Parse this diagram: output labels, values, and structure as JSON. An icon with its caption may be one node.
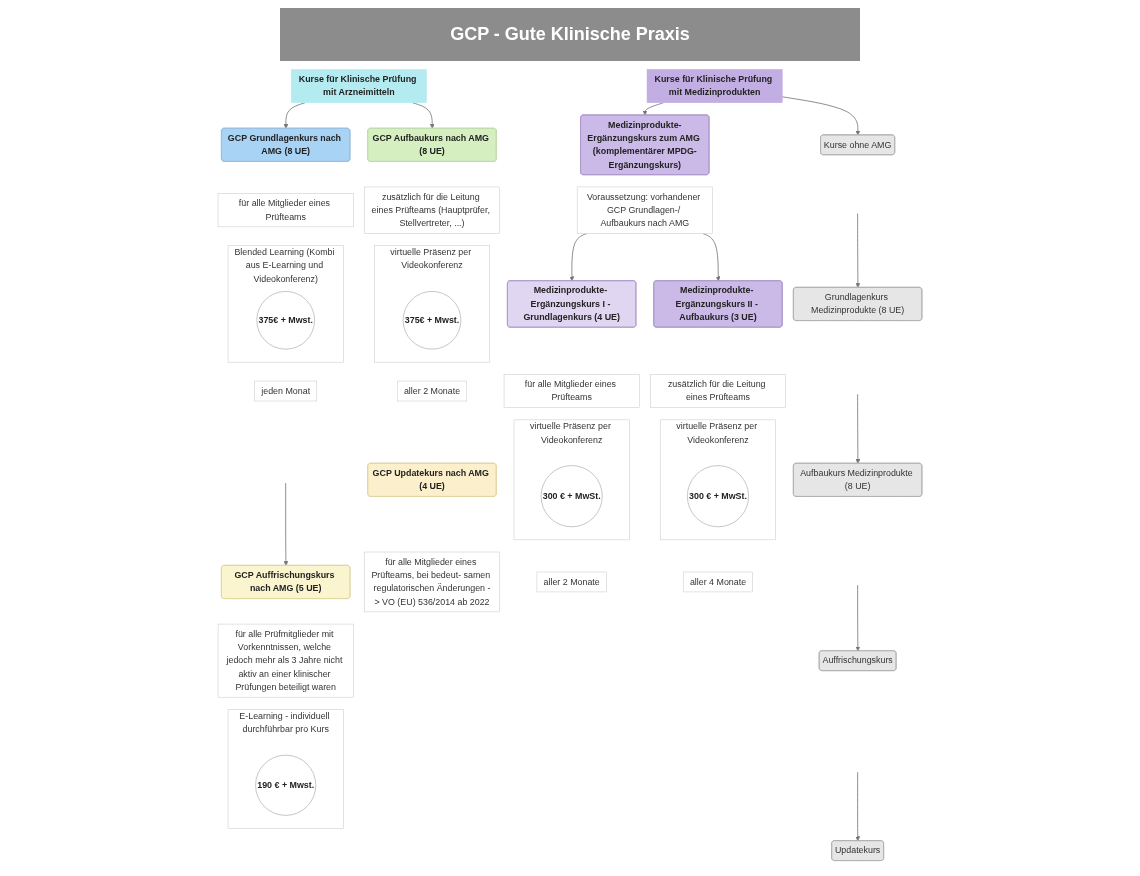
{
  "diagram": {
    "title": "GCP - Gute Klinische Praxis",
    "nodes": [
      {
        "text": [
          "Kurse für Klinische Prüfung mit Arzneimitteln"
        ]
      },
      {
        "text": [
          "GCP Grundlagenkurs nach AMG (8 UE)"
        ]
      },
      {
        "text": [
          "für alle Mitglieder eines Prüfteams"
        ]
      },
      {
        "text": [
          "Blended Learning (Kombi aus E-Learning und Videokonferenz)"
        ]
      },
      {
        "text": [
          "375€ + Mwst."
        ],
        "in": 3
      },
      {
        "text": [
          "jeden Monat"
        ]
      },
      {
        "text": [
          "GCP Aufbaukurs nach AMG (8 UE)"
        ]
      },
      {
        "text": [
          "zusätzlich für die Leitung eines Prüfteams (Hauptprüfer, Stellvertreter, ...)"
        ]
      },
      {
        "text": [
          "virtuelle Präsenz per Videokonferenz"
        ]
      },
      {
        "text": [
          "375€ + Mwst."
        ],
        "in": 8
      },
      {
        "text": [
          "aller 2 Monate"
        ]
      },
      {
        "text": [
          "GCP Auffrischungskurs nach AMG (5 UE)"
        ]
      },
      {
        "text": [
          "für alle Prüfmitglieder mit Vorkenntnissen, welche jedoch mehr als 3 Jahre nicht aktiv an einer klinischer Prüfungen beteiligt waren"
        ]
      },
      {
        "text": [
          "GCP Updatekurs nach AMG (4 UE)"
        ]
      },
      {
        "text": [
          "für alle Mitglieder eines Prüfteams, bei bedeut- samen regulatorischen Änderungen -> VO (EU) 536/2014 ab 2022"
        ]
      },
      {
        "text": [
          "E-Learning - individuell durchführbar pro Kurs"
        ]
      },
      {
        "text": [
          "190 € + Mwst."
        ],
        "in": 15
      },
      {
        "text": [
          "Kurse für Klinische Prüfung mit Medizinprodukten"
        ]
      },
      {
        "text": [
          "Medizinprodukte-Ergänzungskurs zum AMG (komplementärer MPDG-Ergänzungskurs)"
        ]
      },
      {
        "text": [
          "Kurse ohne AMG"
        ]
      },
      {
        "text": [
          "Voraussetzung: vorhandener GCP Grundlagen-/ Aufbaukurs nach AMG"
        ]
      },
      {
        "text": [
          "Medizinprodukte- Ergänzungskurs I - Grundlagenkurs (4 UE)"
        ]
      },
      {
        "text": [
          "Medizinprodukte- Ergänzungskurs II - Aufbaukurs (3 UE)"
        ]
      },
      {
        "text": [
          "für alle Mitglieder eines Prüfteams"
        ]
      },
      {
        "text": [
          "virtuelle Präsenz per Videokonferenz"
        ]
      },
      {
        "text": [
          "300 € + MwSt."
        ],
        "in": 24
      },
      {
        "text": [
          "aller 2 Monate"
        ]
      },
      {
        "text": [
          "zusätzlich für die Leitung eines Prüfteams"
        ]
      },
      {
        "text": [
          "virtuelle Präsenz per Videokonferenz"
        ]
      },
      {
        "text": [
          "300 € + MwSt."
        ],
        "in": 28
      },
      {
        "text": [
          "aller 4 Monate"
        ]
      },
      {
        "text": [
          "Grundlagenkurs Medizinprodukte (8 UE)"
        ]
      },
      {
        "text": [
          "Aufbaukurs Medizinprodukte (8 UE)"
        ]
      },
      {
        "text": [
          "Auffrischungskurs"
        ]
      },
      {
        "text": [
          "Updatekurs"
        ]
      }
    ],
    "edges": [
      {
        "from": 0,
        "to": 1,
        "arrow": "to"
      },
      {
        "from": 0,
        "to": 6,
        "arrow": "to"
      },
      {
        "from": null,
        "to": 11,
        "arrow": "to"
      },
      {
        "from": 17,
        "to": 18,
        "arrow": "to"
      },
      {
        "from": 17,
        "to": 19,
        "arrow": "to"
      },
      {
        "from": 20,
        "to": 21,
        "arrow": "to"
      },
      {
        "from": 20,
        "to": 22,
        "arrow": "to"
      },
      {
        "from": null,
        "to": 31,
        "arrow": "to"
      },
      {
        "from": null,
        "to": 32,
        "arrow": "to"
      },
      {
        "from": null,
        "to": 33,
        "arrow": "to"
      },
      {
        "from": null,
        "to": 34,
        "arrow": "to"
      }
    ]
  }
}
